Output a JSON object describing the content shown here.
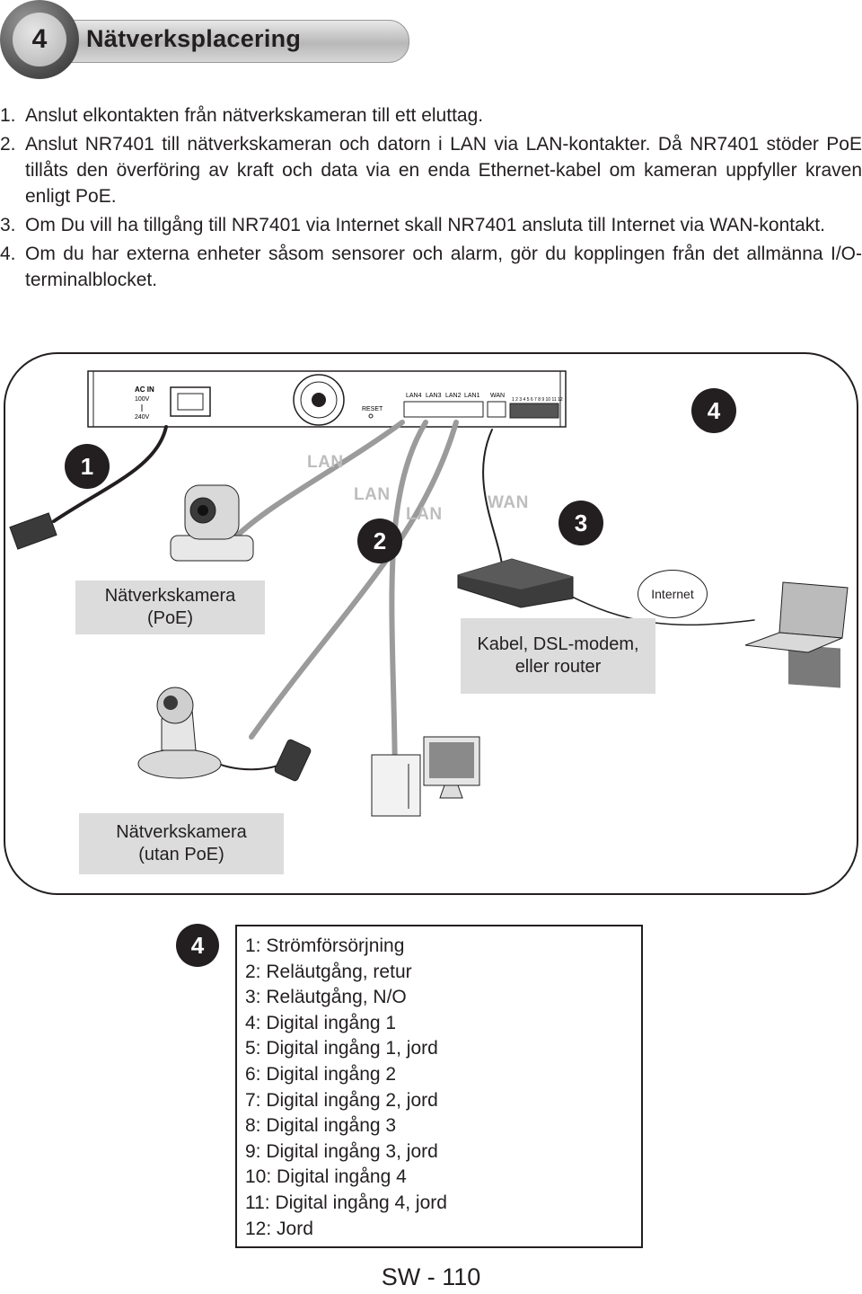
{
  "header": {
    "number": "4",
    "title": "Nätverksplacering"
  },
  "steps": [
    {
      "num": "1.",
      "text": "Anslut elkontakten från nätverkskameran till ett eluttag."
    },
    {
      "num": "2.",
      "text": "Anslut NR7401 till nätverkskameran och datorn i LAN via LAN-kontakter. Då NR7401 stöder PoE tillåts den överföring av kraft och data via en enda Ethernet-kabel om kameran uppfyller kraven enligt PoE."
    },
    {
      "num": "3.",
      "text": "Om Du vill ha tillgång till NR7401 via Internet skall NR7401 ansluta till Internet via WAN-kontakt."
    },
    {
      "num": "4.",
      "text": "Om du har externa enheter såsom sensorer och alarm, gör du kopplingen från det allmänna I/O-terminalblocket."
    }
  ],
  "diagram": {
    "panel": {
      "ac_in": "AC  IN",
      "v100": "100V",
      "v240": "240V",
      "reset": "RESET",
      "lan4": "LAN4",
      "lan3": "LAN3",
      "lan2": "LAN2",
      "lan1": "LAN1",
      "wan": "WAN",
      "terminals": "1 2 3 4 5 6 7 8 9 10 11 12"
    },
    "callouts": [
      "1",
      "2",
      "3",
      "4"
    ],
    "cable_labels": {
      "lan_a": "LAN",
      "lan_b": "LAN",
      "lan_c": "LAN",
      "wan": "WAN"
    },
    "camera_poe": [
      "Nätverkskamera",
      "(PoE)"
    ],
    "camera_no_poe": [
      "Nätverkskamera",
      "(utan PoE)"
    ],
    "modem": [
      "Kabel, DSL-modem,",
      "eller router"
    ],
    "internet": "Internet"
  },
  "legend": {
    "badge": "4",
    "items": [
      "1: Strömförsörjning",
      "2: Reläutgång, retur",
      "3: Reläutgång, N/O",
      "4: Digital ingång 1",
      "5: Digital ingång 1, jord",
      "6: Digital ingång 2",
      "7: Digital ingång 2, jord",
      "8: Digital ingång 3",
      "9: Digital ingång 3, jord",
      "10: Digital ingång 4",
      "11: Digital ingång 4, jord",
      "12: Jord"
    ]
  },
  "page_number": "SW - 110"
}
